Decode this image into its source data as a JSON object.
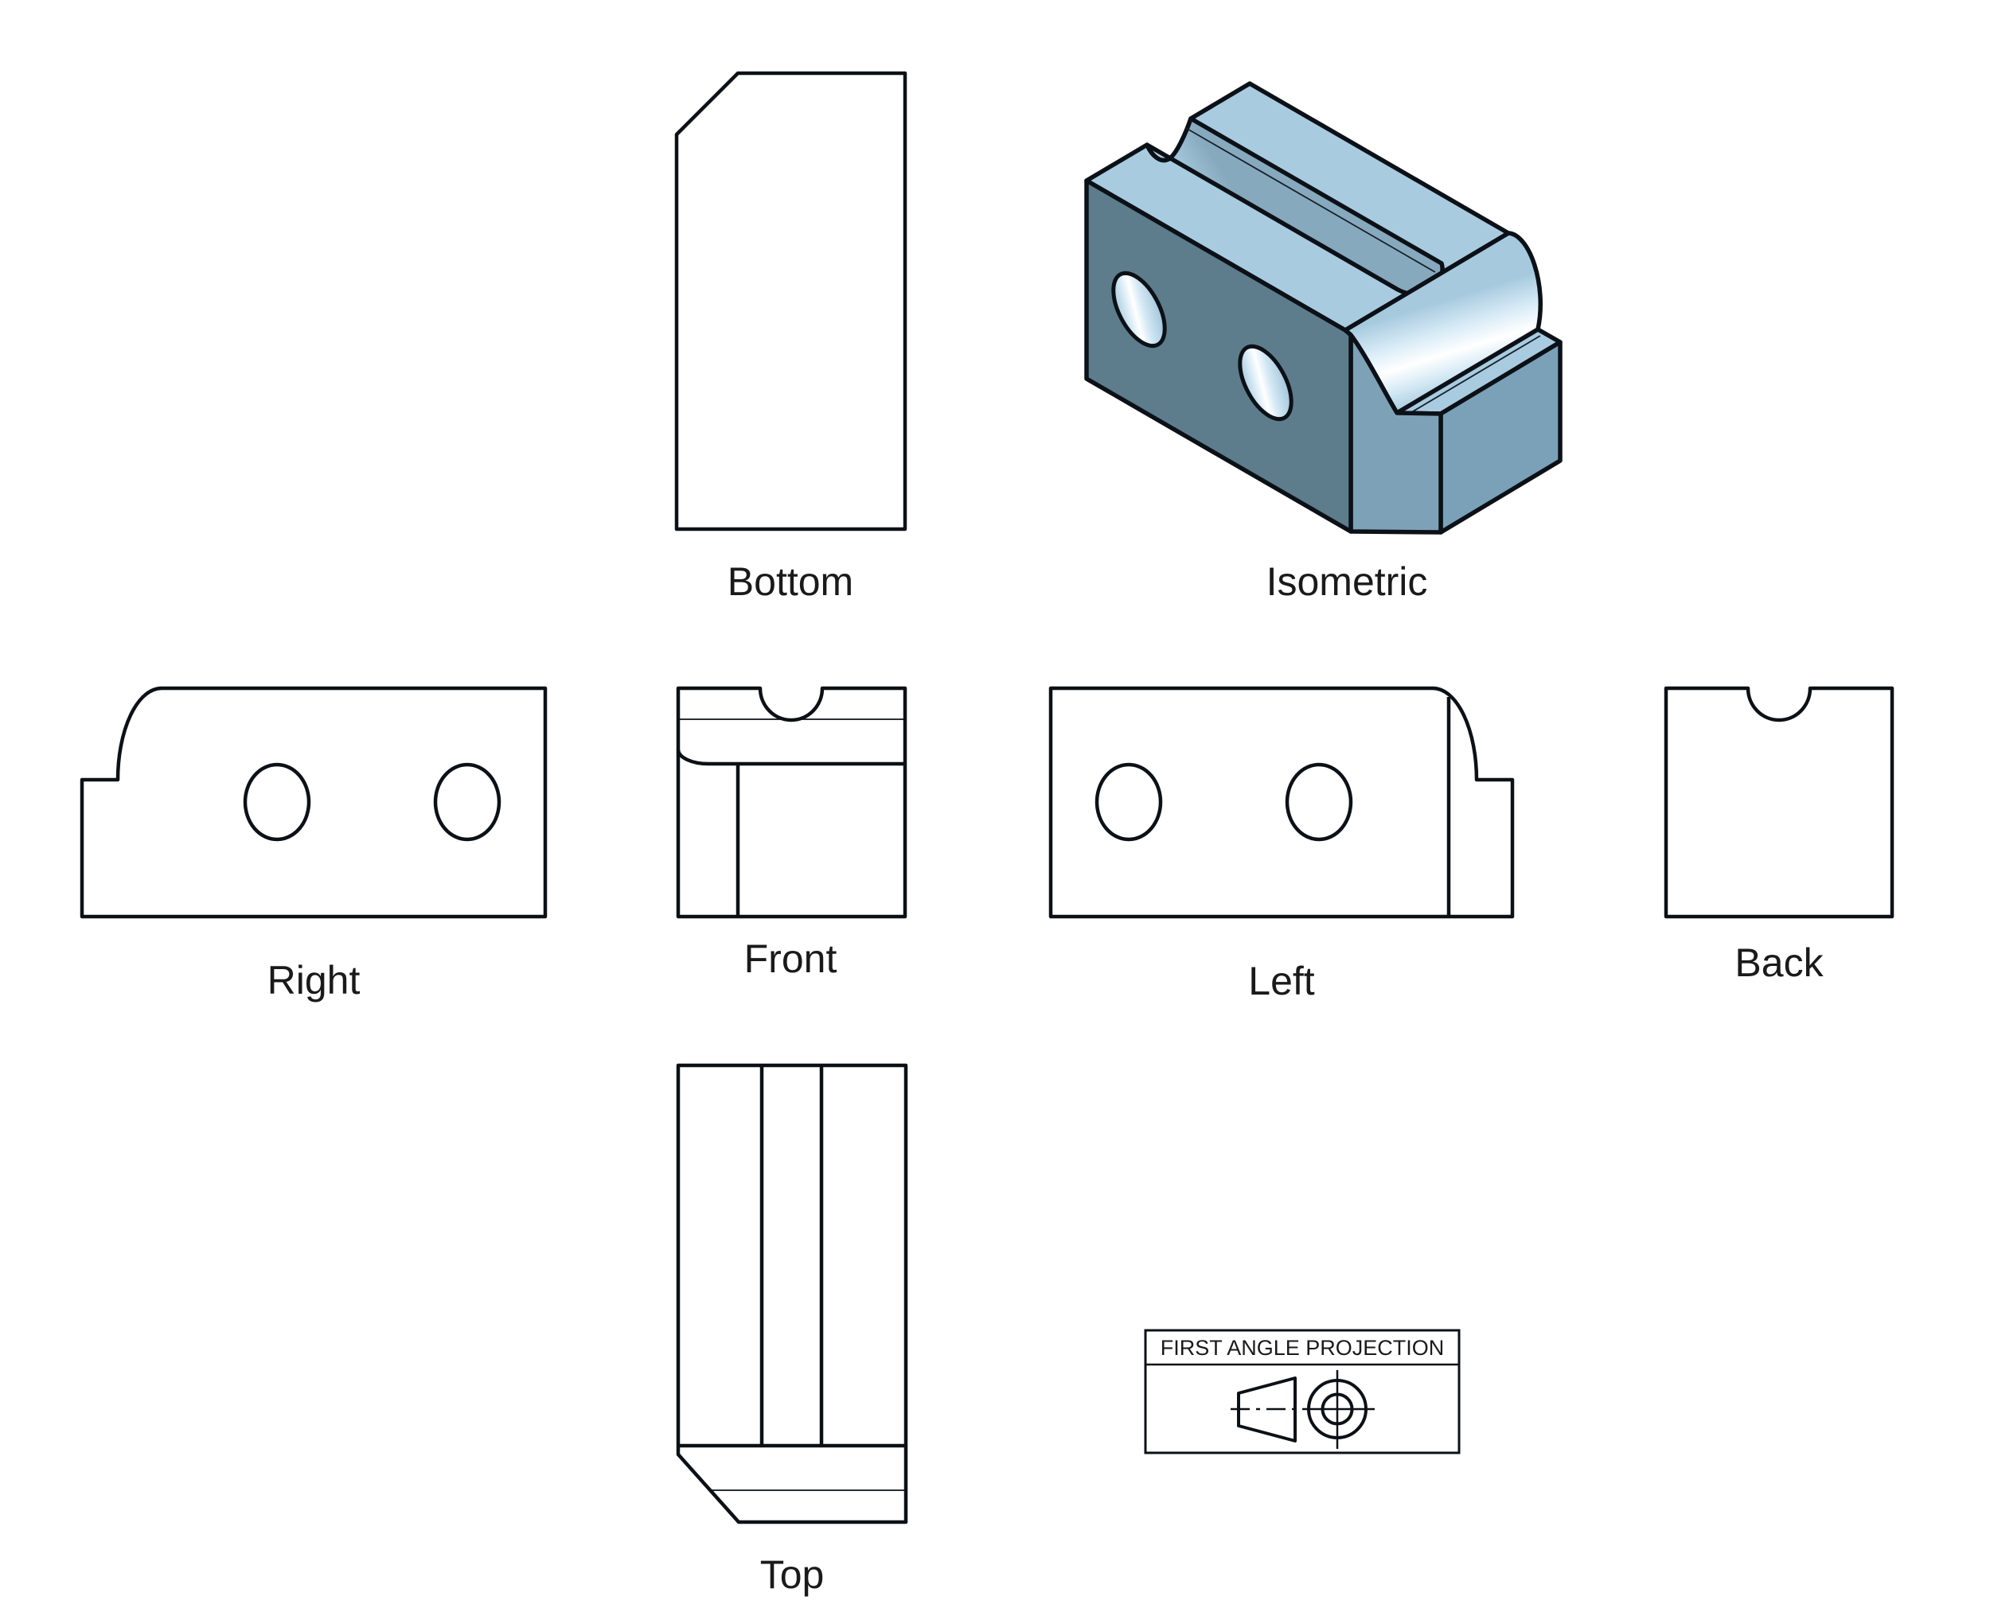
{
  "page": {
    "background": "#ffffff",
    "description": "First angle projection multi-view engineering drawing of a grooved block with two holes, fillet step and corner chamfer"
  },
  "views": [
    {
      "id": "bottom",
      "label": "Bottom"
    },
    {
      "id": "isometric",
      "label": "Isometric"
    },
    {
      "id": "right",
      "label": "Right"
    },
    {
      "id": "front",
      "label": "Front"
    },
    {
      "id": "left",
      "label": "Left"
    },
    {
      "id": "back",
      "label": "Back"
    },
    {
      "id": "top",
      "label": "Top"
    }
  ],
  "projection_box": {
    "title": "FIRST ANGLE PROJECTION"
  },
  "colors": {
    "background": "#ffffff",
    "outline": "#0c1117",
    "label_color": "#1a1a1a",
    "face_top": "#a9cbe0",
    "face_front": "#5d7d8c",
    "face_end": "#7ba1b8",
    "face_chamfer": "#7da2b7"
  }
}
